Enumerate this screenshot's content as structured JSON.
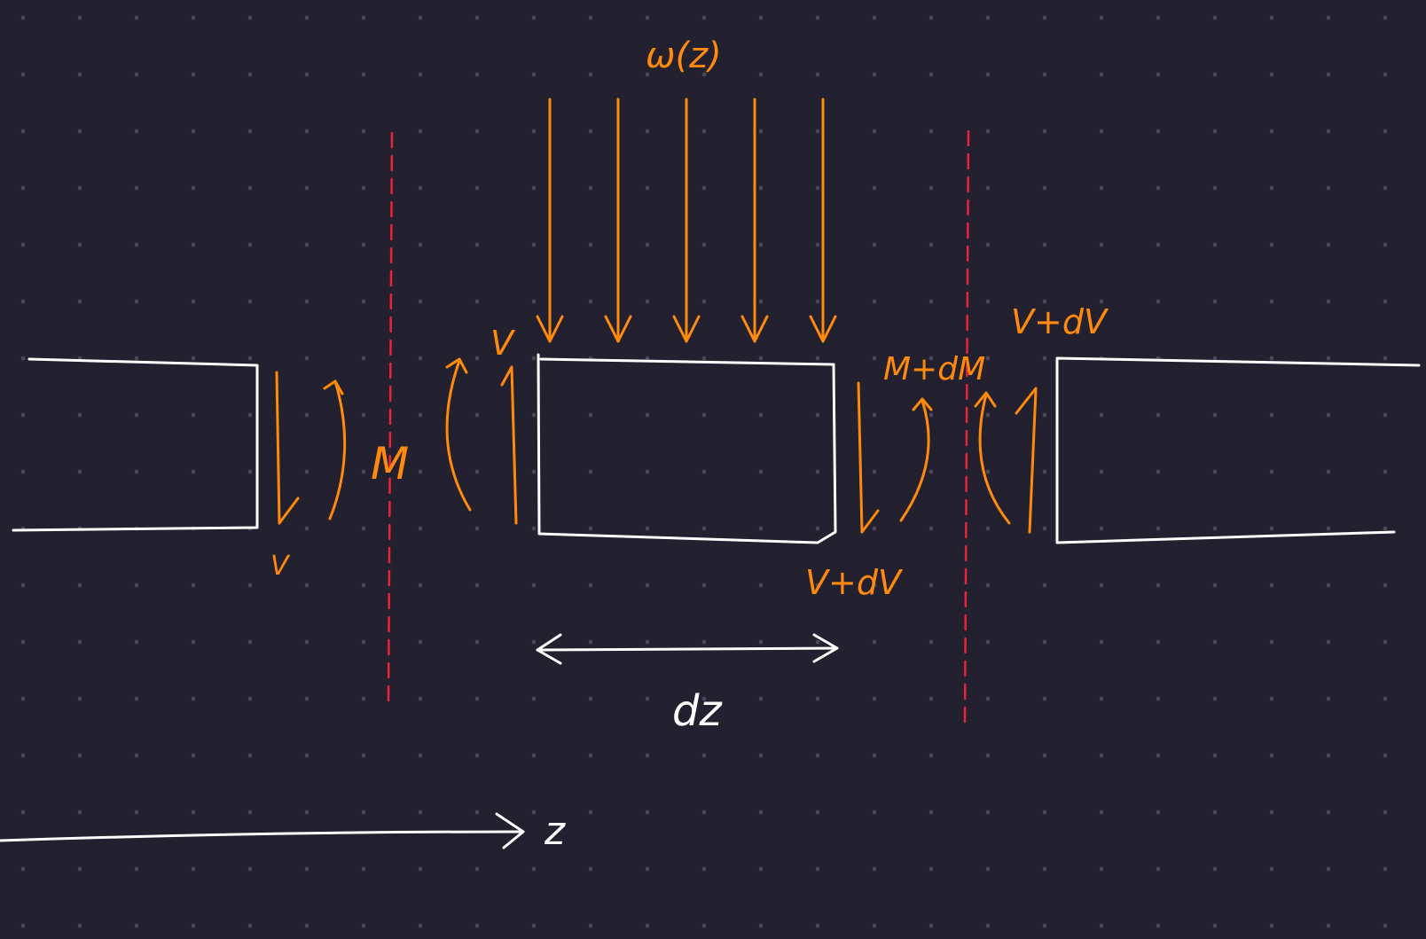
{
  "colors": {
    "background": "#23212f",
    "grid_dot": "#4a4858",
    "segment_outline": "#ffffff",
    "forces": "#ff8a0d",
    "cut_lines": "#e8243a"
  },
  "labels": {
    "load": "ω(z)",
    "shear_left": "V",
    "shear_left_inner": "V",
    "moment_left": "M",
    "moment_right": "M+dM",
    "shear_right_top": "V+dV",
    "shear_right_bottom": "V+dV",
    "element_length": "dz",
    "axis": "z"
  },
  "load_arrow_count": 5
}
